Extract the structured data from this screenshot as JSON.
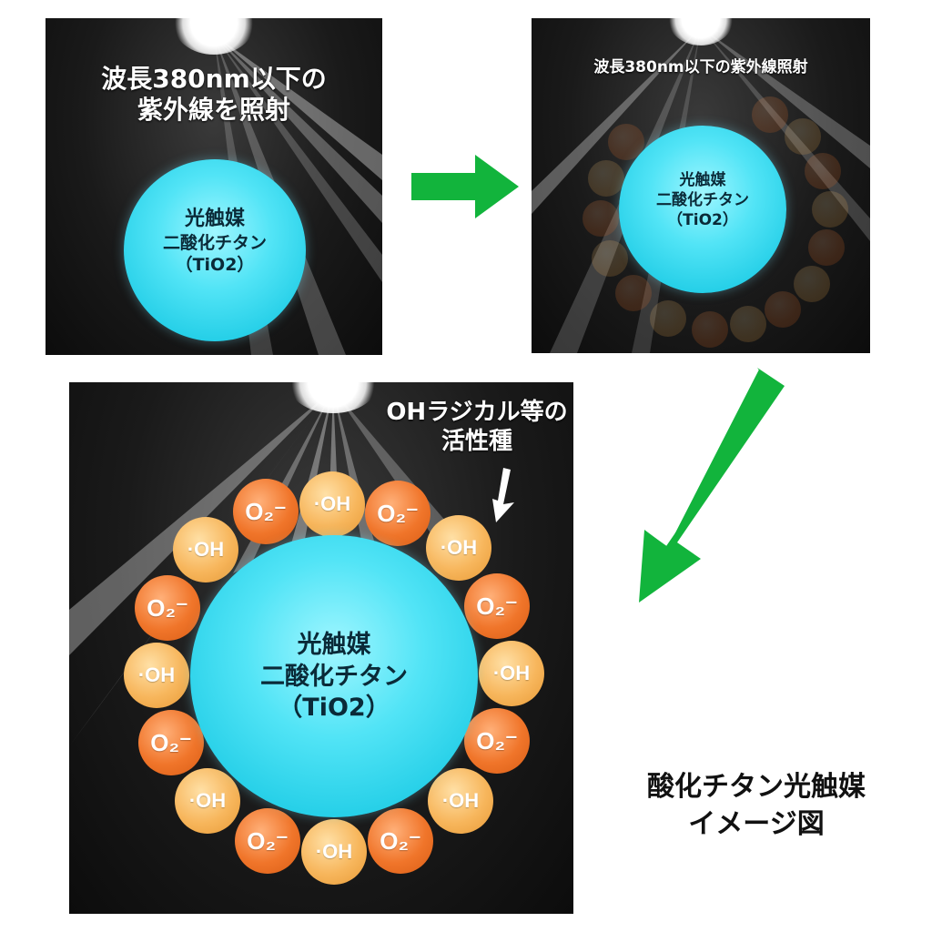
{
  "panel1": {
    "uv_line1": "波長380nm以下の",
    "uv_line2": "紫外線を照射",
    "ball_line1": "光触媒",
    "ball_line2": "二酸化チタン",
    "ball_line3": "（TiO2）"
  },
  "panel2": {
    "uv_label": "波長380nm以下の紫外線照射",
    "ball_line1": "光触媒",
    "ball_line2": "二酸化チタン",
    "ball_line3": "（TiO2）"
  },
  "panel3": {
    "label_line1": "OHラジカル等の",
    "label_line2": "活性種",
    "ball_line1": "光触媒",
    "ball_line2": "二酸化チタン",
    "ball_line3": "（TiO2）"
  },
  "molecules": {
    "oh_label": "·OH",
    "o2_label": "O₂⁻"
  },
  "caption": {
    "line1": "酸化チタン光触媒",
    "line2": "イメージ図"
  },
  "colors": {
    "arrow_green": "#12b43c",
    "ball_cyan": "#3fdcf2",
    "oh_orange": "#f5b259",
    "o2_orange": "#ee6f25"
  }
}
